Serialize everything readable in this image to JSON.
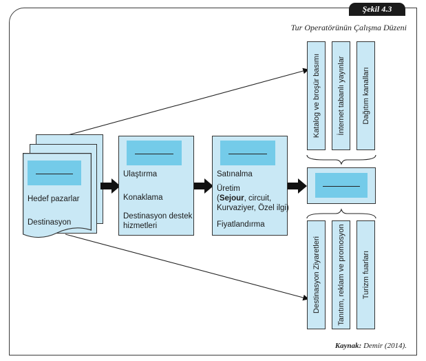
{
  "figure": {
    "tab_label": "Şekil 4.3",
    "title": "Tur Operatörünün Çalışma Düzeni",
    "source_label": "Kaynak:",
    "source_text": "Demir (2014)."
  },
  "doc_stack": {
    "items": [
      "Hedef pazarlar",
      "Destinasyon"
    ]
  },
  "box_services": {
    "items": [
      "Ulaştırma",
      "Konaklama",
      "Destinasyon destek",
      "hizmetleri"
    ]
  },
  "box_operations": {
    "items": [
      "Satınalma",
      "Üretim",
      "(",
      "Sejour",
      ", circuit,",
      "Kurvaziyer, Özel ilgi)",
      "Fiyatlandırma"
    ]
  },
  "top_channels": [
    "Katalog ve broşür basımı",
    "İnternet tabanlı yayınlar",
    "Dağıtım kanalları"
  ],
  "bottom_channels": [
    "Destinasyon Ziyaretleri",
    "Tanıtım, reklam ve promosyon",
    "Turizm fuarları"
  ],
  "colors": {
    "box_fill": "#c9e8f5",
    "header_fill": "#74cbe9",
    "arrow": "#111111"
  }
}
